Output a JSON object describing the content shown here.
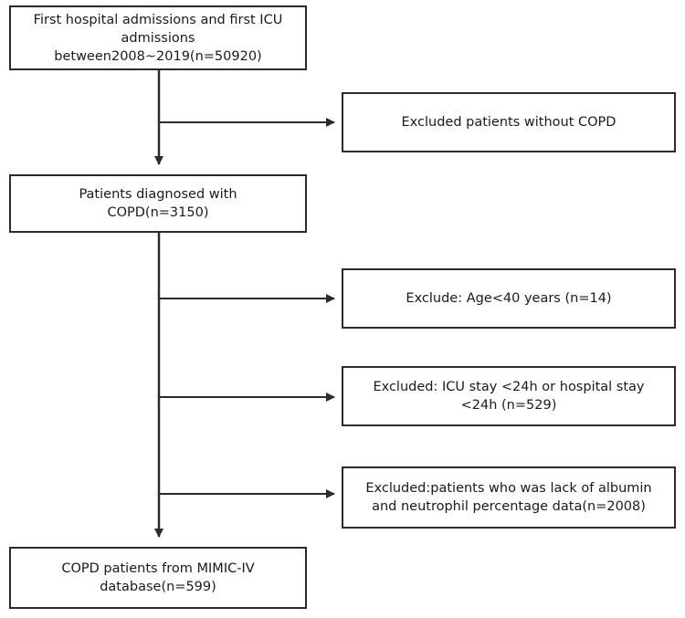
{
  "boxes": {
    "start": {
      "line1": "First hospital admissions and first ICU",
      "line2": "admissions",
      "line3": "between2008~2019(n=50920)"
    },
    "exclude_no_copd": {
      "line1": "Excluded patients without COPD"
    },
    "copd": {
      "line1": "Patients diagnosed with",
      "line2": "COPD(n=3150)"
    },
    "exclude_age": {
      "line1": "Exclude: Age<40 years (n=14)"
    },
    "exclude_stay": {
      "line1": "Excluded: ICU stay <24h or hospital stay",
      "line2": "<24h (n=529)"
    },
    "exclude_missing": {
      "line1": "Excluded:patients who was lack of albumin",
      "line2": "and neutrophil percentage data(n=2008)"
    },
    "final": {
      "line1": "COPD patients from MIMIC-IV",
      "line2": "database(n=599)"
    }
  }
}
